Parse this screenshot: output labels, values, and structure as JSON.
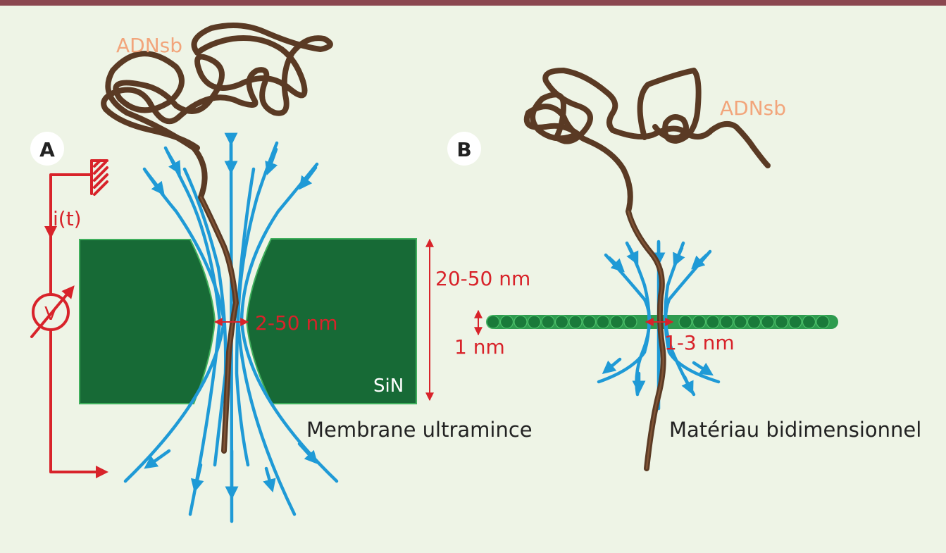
{
  "panel_a": {
    "badge": "A",
    "dna_label": "ADNsb",
    "current_label": "i(t)",
    "voltmeter_label": "V",
    "pore_width_label": "2-50 nm",
    "thickness_label": "20-50 nm",
    "material_label": "SiN",
    "caption": "Membrane ultramince"
  },
  "panel_b": {
    "badge": "B",
    "dna_label": "ADNsb",
    "thickness_label": "1 nm",
    "pore_width_label": "1-3 nm",
    "caption": "Matériau bidimensionnel"
  },
  "colors": {
    "background": "#eef4e6",
    "top_bar": "#8b4750",
    "membrane": "#176a36",
    "field_lines": "#1f9ad6",
    "dna": "#5a3a24",
    "circuit": "#d8232a",
    "dna_label": "#f2a57b",
    "graphene_atoms": "#1a7a3a"
  }
}
